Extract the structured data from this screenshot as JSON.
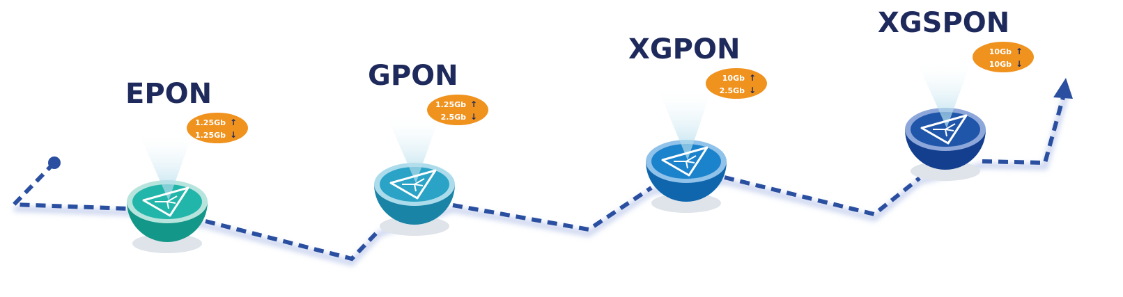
{
  "colors": {
    "path": "#2a4fa0",
    "label": "#1f2a5c",
    "badge": "#f0921e"
  },
  "nodes": [
    {
      "name": "EPON",
      "up": "1.25Gb",
      "down": "1.25Gb",
      "top": "#22b5aa",
      "rim": "#b8e4de",
      "body": "#139788"
    },
    {
      "name": "GPON",
      "up": "1.25Gb",
      "down": "2.5Gb",
      "top": "#2aa3c6",
      "rim": "#acdcec",
      "body": "#1a84a6"
    },
    {
      "name": "XGPON",
      "up": "10Gb",
      "down": "2.5Gb",
      "top": "#1b82cc",
      "rim": "#90c2ea",
      "body": "#0f66ad"
    },
    {
      "name": "XGSPON",
      "up": "10Gb",
      "down": "10Gb",
      "top": "#1f56aa",
      "rim": "#8ea7da",
      "body": "#143f8e"
    }
  ]
}
